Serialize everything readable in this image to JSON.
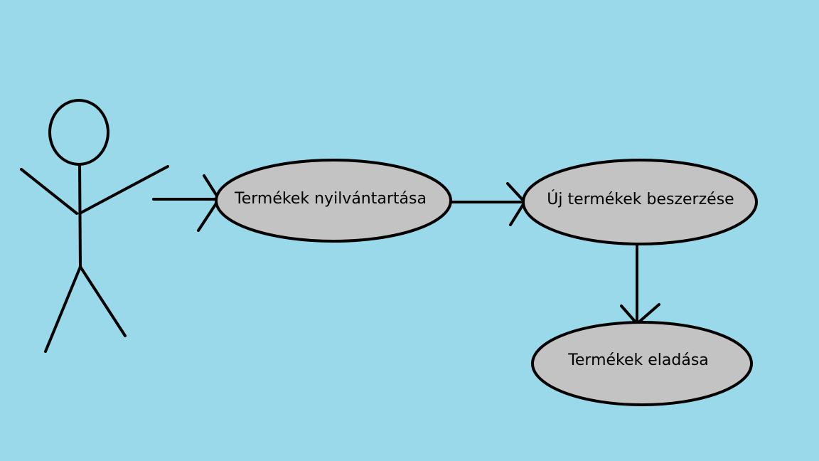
{
  "diagram": {
    "type": "use-case",
    "colors": {
      "background": "#99d9ea",
      "use_case_fill": "#c3c3c3",
      "stroke": "#000000",
      "text": "#000000"
    },
    "actor": {
      "icon": "stick-figure-icon"
    },
    "use_cases": [
      {
        "id": "uc1",
        "label": "Termékek nyilvántartása"
      },
      {
        "id": "uc2",
        "label": "Új termékek beszerzése"
      },
      {
        "id": "uc3",
        "label": "Termékek eladása"
      }
    ],
    "connections": [
      {
        "from": "actor",
        "to": "uc1"
      },
      {
        "from": "uc1",
        "to": "uc2"
      },
      {
        "from": "uc2",
        "to": "uc3"
      }
    ]
  }
}
